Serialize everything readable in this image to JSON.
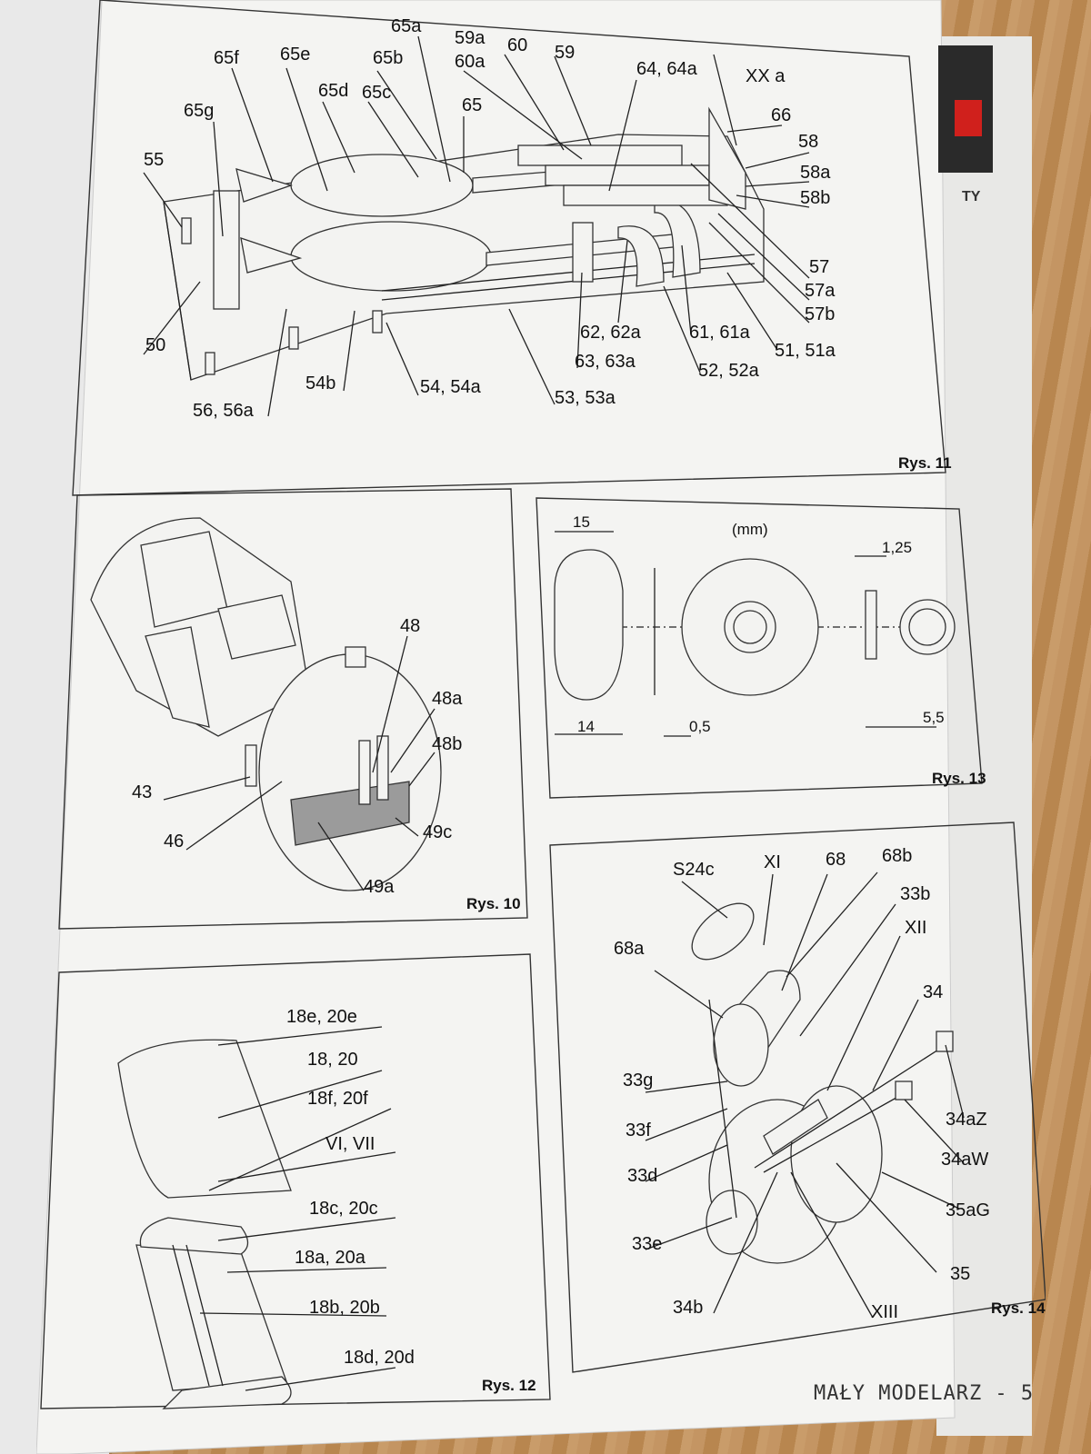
{
  "footer": "MAŁY MODELARZ - 5",
  "side_tab_text": "TY",
  "fig11": {
    "caption": "Rys. 11",
    "labels": [
      "65a",
      "59a",
      "60",
      "59",
      "65f",
      "65e",
      "65b",
      "60a",
      "64, 64a",
      "XX a",
      "65g",
      "65d",
      "65c",
      "65",
      "66",
      "58",
      "55",
      "58a",
      "58b",
      "57",
      "57a",
      "57b",
      "50",
      "62, 62a",
      "61, 61a",
      "51, 51a",
      "63, 63a",
      "52, 52a",
      "54b",
      "54, 54a",
      "56, 56a",
      "53, 53a"
    ]
  },
  "fig10": {
    "caption": "Rys. 10",
    "labels": [
      "48",
      "48a",
      "48b",
      "43",
      "46",
      "49c",
      "49a"
    ]
  },
  "fig13": {
    "caption": "Rys. 13",
    "unit": "(mm)",
    "dims": [
      "15",
      "14",
      "0,5",
      "1,25",
      "5,5"
    ]
  },
  "fig12": {
    "caption": "Rys. 12",
    "labels": [
      "18e, 20e",
      "18, 20",
      "18f, 20f",
      "VI, VII",
      "18c, 20c",
      "18a, 20a",
      "18b, 20b",
      "18d, 20d"
    ]
  },
  "fig14": {
    "caption": "Rys. 14",
    "labels": [
      "S24c",
      "XI",
      "68",
      "68b",
      "33b",
      "XII",
      "68a",
      "34",
      "33g",
      "34aZ",
      "33f",
      "34aW",
      "33d",
      "35aG",
      "33e",
      "35",
      "34b",
      "XIII"
    ]
  }
}
